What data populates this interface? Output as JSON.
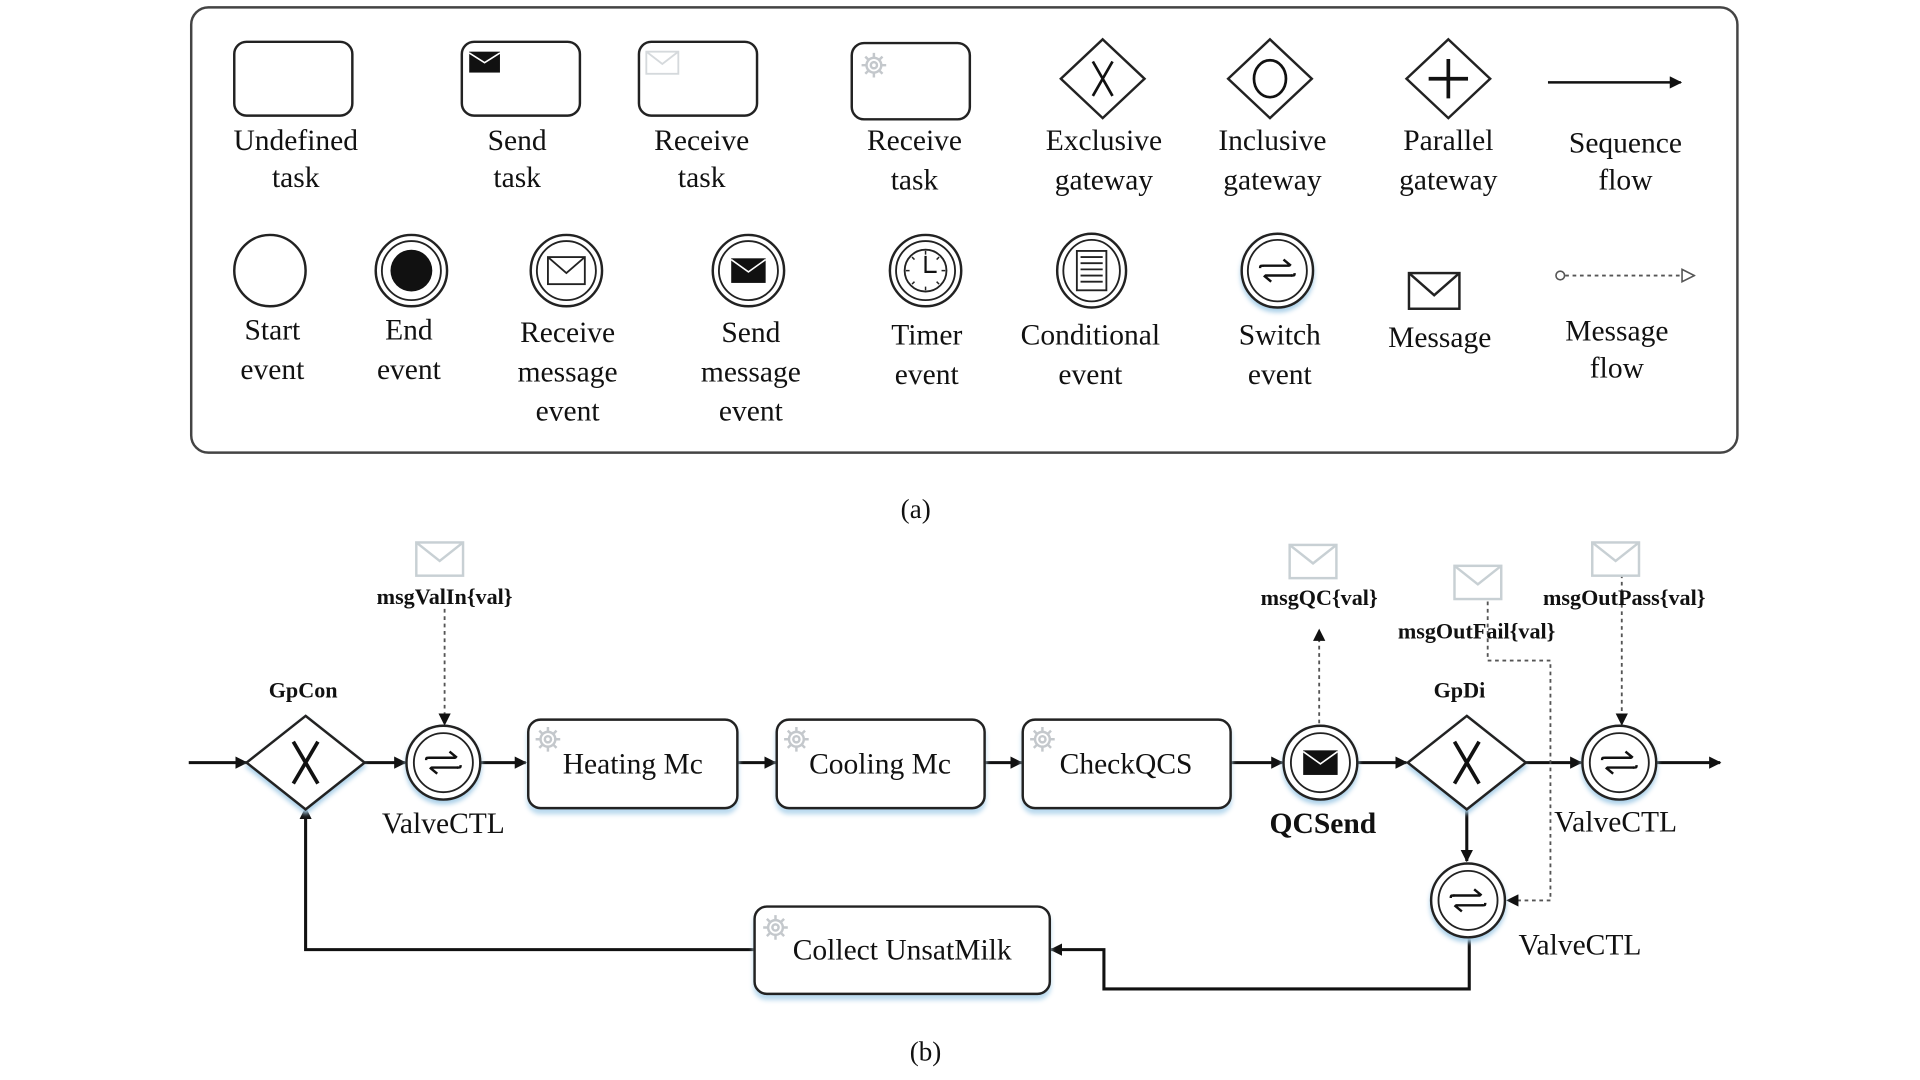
{
  "legend": {
    "row1": [
      {
        "id": "undefined-task",
        "lines": [
          "Undefined",
          "task"
        ],
        "icon": "rounded-rect"
      },
      {
        "id": "send-task",
        "lines": [
          "Send",
          "task"
        ],
        "icon": "filled-envelope-task"
      },
      {
        "id": "receive-task-msg",
        "lines": [
          "Receive",
          "task"
        ],
        "icon": "outline-envelope-task"
      },
      {
        "id": "receive-task-gear",
        "lines": [
          "Receive",
          "task"
        ],
        "icon": "gear-task"
      },
      {
        "id": "exclusive-gateway",
        "lines": [
          "Exclusive",
          "gateway"
        ],
        "icon": "diamond-x"
      },
      {
        "id": "inclusive-gateway",
        "lines": [
          "Inclusive",
          "gateway"
        ],
        "icon": "diamond-circle"
      },
      {
        "id": "parallel-gateway",
        "lines": [
          "Parallel",
          "gateway"
        ],
        "icon": "diamond-plus"
      },
      {
        "id": "sequence-flow",
        "lines": [
          "Sequence",
          "flow"
        ],
        "icon": "solid-arrow"
      }
    ],
    "row2": [
      {
        "id": "start-event",
        "lines": [
          "Start",
          "event"
        ],
        "icon": "circle"
      },
      {
        "id": "end-event",
        "lines": [
          "End",
          "event"
        ],
        "icon": "filled-double-circle"
      },
      {
        "id": "receive-message-event",
        "lines": [
          "Receive",
          "message",
          "event"
        ],
        "icon": "double-circle-envelope"
      },
      {
        "id": "send-message-event",
        "lines": [
          "Send",
          "message",
          "event"
        ],
        "icon": "double-circle-filled-envelope"
      },
      {
        "id": "timer-event",
        "lines": [
          "Timer",
          "event"
        ],
        "icon": "double-circle-clock"
      },
      {
        "id": "conditional-event",
        "lines": [
          "Conditional",
          "event"
        ],
        "icon": "double-circle-lines"
      },
      {
        "id": "switch-event",
        "lines": [
          "Switch",
          "event"
        ],
        "icon": "double-circle-arrows"
      },
      {
        "id": "message",
        "lines": [
          "Message"
        ],
        "icon": "envelope"
      },
      {
        "id": "message-flow",
        "lines": [
          "Message",
          "flow"
        ],
        "icon": "dashed-arrow"
      }
    ],
    "caption": "(a)"
  },
  "process": {
    "gateways": [
      {
        "id": "gpcon",
        "label": "GpCon",
        "type": "exclusive"
      },
      {
        "id": "gpdi",
        "label": "GpDi",
        "type": "exclusive"
      }
    ],
    "events": [
      {
        "id": "valvectl-1",
        "label": "ValveCTL",
        "type": "switch"
      },
      {
        "id": "qcsend",
        "label": "QCSend",
        "type": "send-message"
      },
      {
        "id": "valvectl-2",
        "label": "ValveCTL",
        "type": "switch"
      },
      {
        "id": "valvectl-3",
        "label": "ValveCTL",
        "type": "switch"
      }
    ],
    "tasks": [
      {
        "id": "heating",
        "label": "Heating Mc"
      },
      {
        "id": "cooling",
        "label": "Cooling Mc"
      },
      {
        "id": "checkqcs",
        "label": "CheckQCS"
      },
      {
        "id": "collect",
        "label": "Collect UnsatMilk"
      }
    ],
    "messages": [
      {
        "id": "msgvalin",
        "label": "msgValIn{val}"
      },
      {
        "id": "msgqc",
        "label": "msgQC{val}"
      },
      {
        "id": "msgoutfail",
        "label": "msgOutFail{val}"
      },
      {
        "id": "msgoutpass",
        "label": "msgOutPass{val}"
      }
    ],
    "caption": "(b)"
  }
}
